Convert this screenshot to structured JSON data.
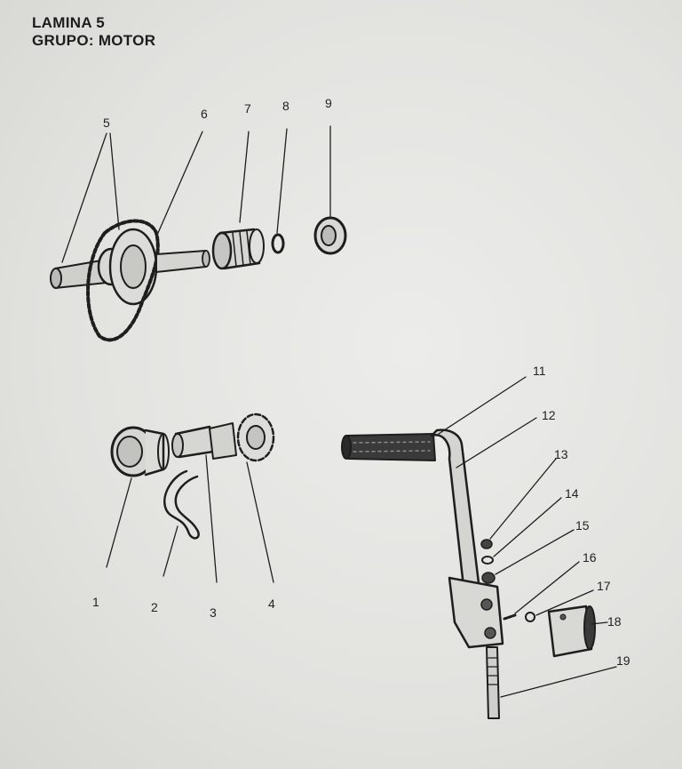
{
  "header": {
    "plate": "LAMINA 5",
    "group": "GRUPO: MOTOR"
  },
  "callouts": [
    "1",
    "2",
    "3",
    "4",
    "5",
    "6",
    "7",
    "8",
    "9",
    "11",
    "12",
    "13",
    "14",
    "15",
    "16",
    "17",
    "18",
    "19"
  ],
  "colors": {
    "ink": "#1e1e1e",
    "paper": "#e4e4e1"
  }
}
